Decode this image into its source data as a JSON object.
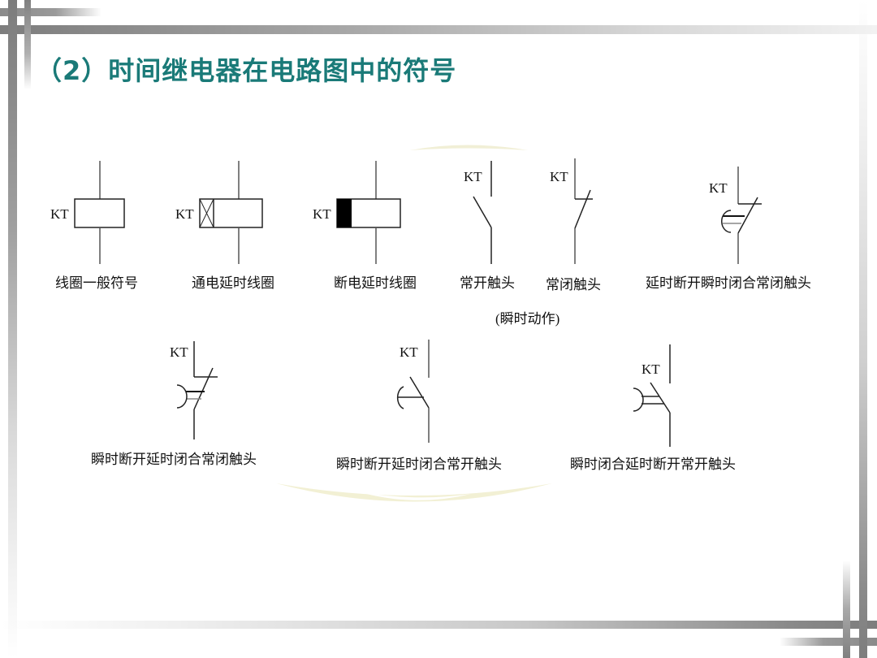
{
  "slide": {
    "title": "（2）时间继电器在电路图中的符号",
    "title_color": "#1a7a78",
    "note": "(瞬时动作)"
  },
  "symbols": {
    "row1": [
      {
        "id": "coil-general",
        "tag": "KT",
        "caption": "线圈一般符号"
      },
      {
        "id": "coil-on-delay",
        "tag": "KT",
        "caption": "通电延时线圈"
      },
      {
        "id": "coil-off-delay",
        "tag": "KT",
        "caption": "断电延时线圈"
      },
      {
        "id": "contact-no",
        "tag": "KT",
        "caption": "常开触头"
      },
      {
        "id": "contact-nc",
        "tag": "KT",
        "caption": "常闭触头"
      },
      {
        "id": "contact-delay-open-nc",
        "tag": "KT",
        "caption": "延时断开瞬时闭合常闭触头"
      }
    ],
    "row2": [
      {
        "id": "contact-inst-open-delay-close-nc",
        "tag": "KT",
        "caption": "瞬时断开延时闭合常闭触头"
      },
      {
        "id": "contact-inst-open-delay-close-no",
        "tag": "KT",
        "caption": "瞬时断开延时闭合常开触头"
      },
      {
        "id": "contact-inst-close-delay-open-no",
        "tag": "KT",
        "caption": "瞬时闭合延时断开常开触头"
      }
    ]
  },
  "colors": {
    "line": "#222222",
    "wire": "#555555",
    "frame_bar": "#808080",
    "watermark": "#f3f0d8"
  }
}
